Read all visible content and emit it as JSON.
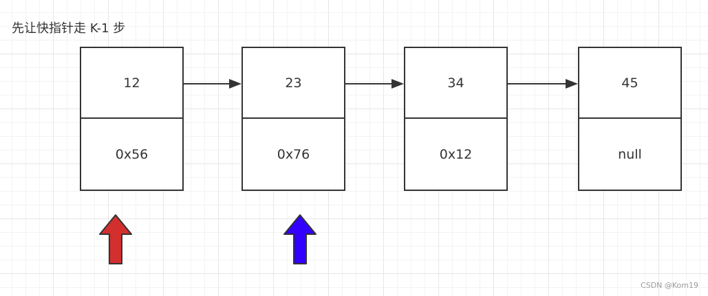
{
  "caption": "先让快指针走 K-1 步",
  "nodes": [
    {
      "value": "12",
      "next": "0x56"
    },
    {
      "value": "23",
      "next": "0x76"
    },
    {
      "value": "34",
      "next": "0x12"
    },
    {
      "value": "45",
      "next": "null"
    }
  ],
  "pointers": {
    "slow_color": "#d32f2f",
    "fast_color": "#3300ff"
  },
  "watermark": "CSDN @Kom19"
}
